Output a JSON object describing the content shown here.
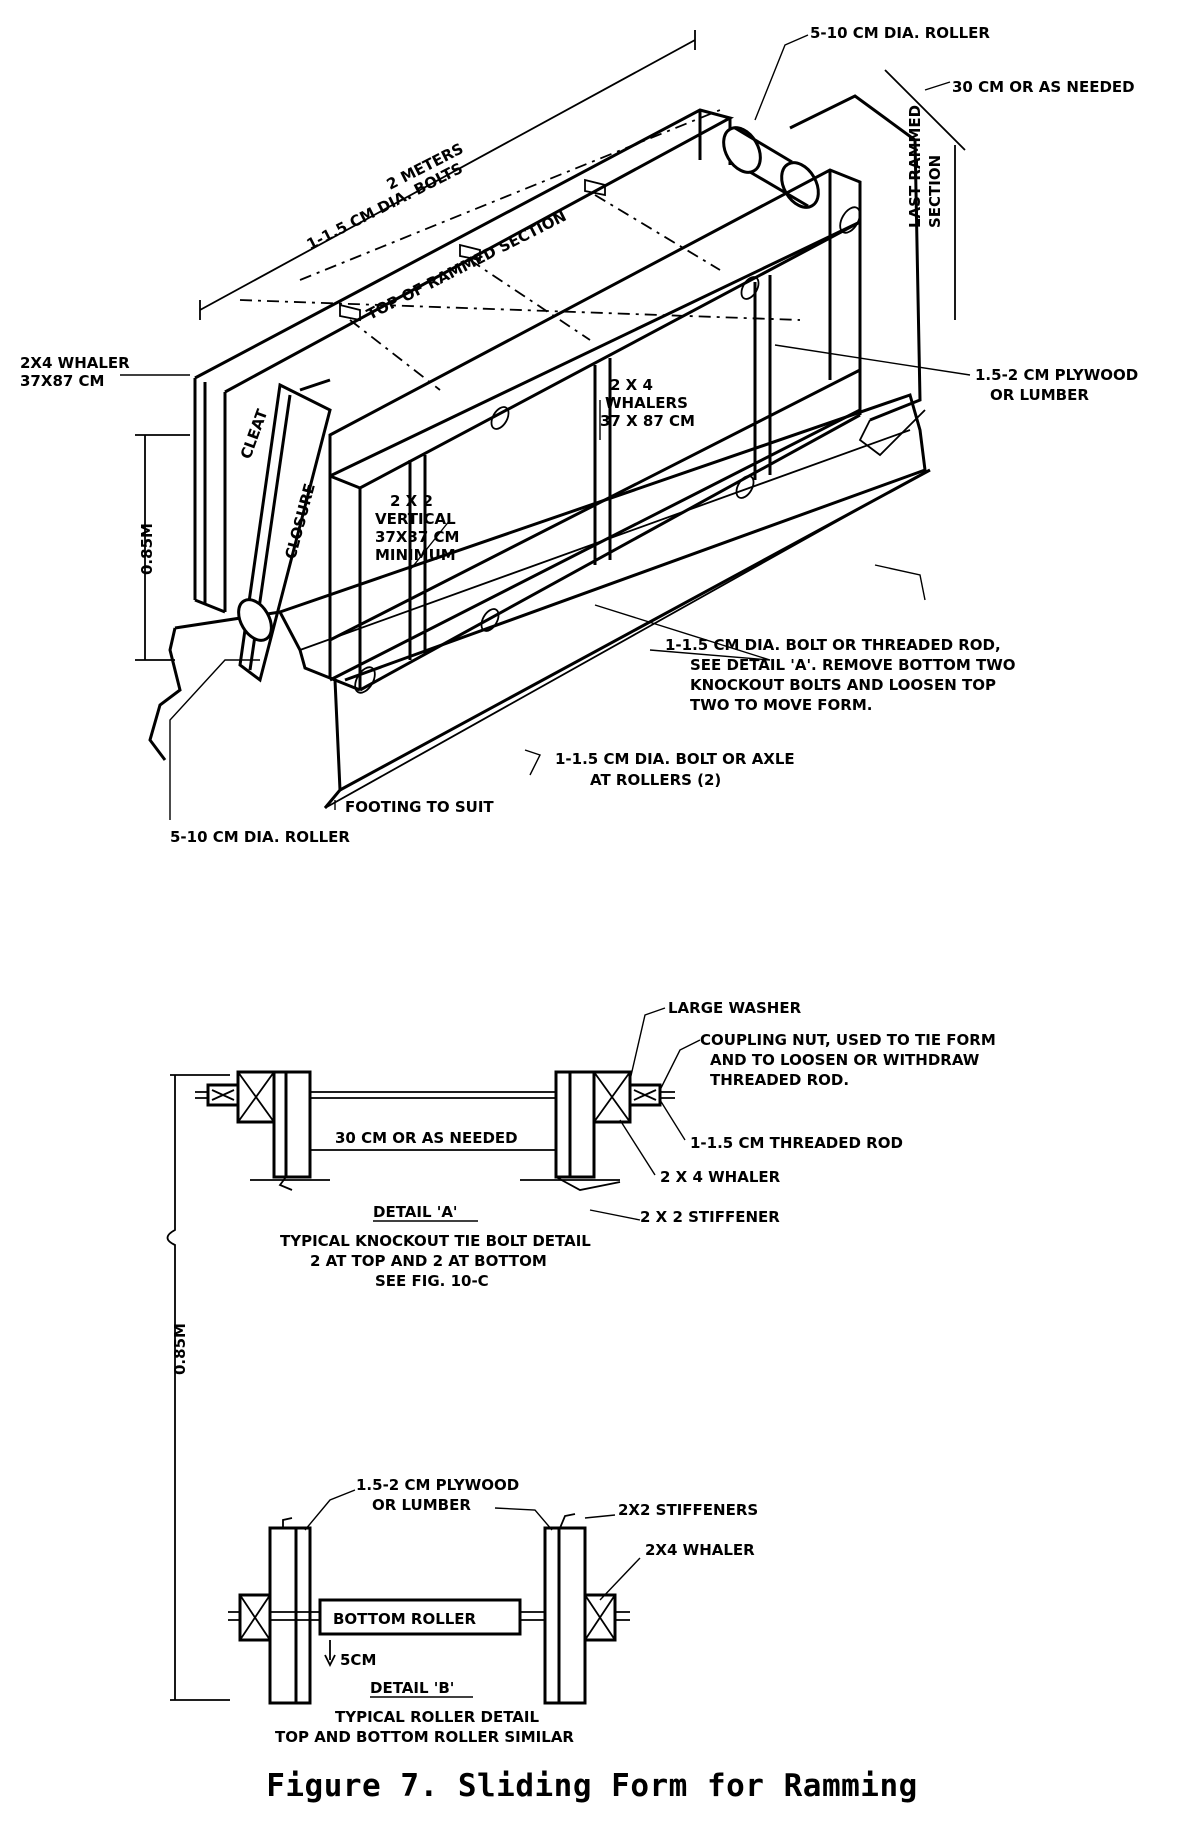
{
  "figure": {
    "caption": "Figure 7. Sliding Form for Ramming"
  },
  "isometric": {
    "roller_top": "5-10 CM DIA. ROLLER",
    "wall_width": "30 CM OR AS NEEDED",
    "length": "2 METERS",
    "bolts_top": "1-1.5 CM DIA. BOLTS",
    "top_rammed": "TOP OF RAMMED SECTION",
    "last_rammed_1": "LAST RAMMED",
    "last_rammed_2": "SECTION",
    "whaler_left_1": "2X4 WHALER",
    "whaler_left_2": "37X87  CM",
    "plywood_1": "1.5-2 CM PLYWOOD",
    "plywood_2": "OR LUMBER",
    "cleat": "CLEAT",
    "closure": "CLOSURE",
    "whalers_1": "2 X 4",
    "whalers_2": "WHALERS",
    "whalers_3": "37 X 87 CM",
    "vertical_1": "2 X 2",
    "vertical_2": "VERTICAL",
    "vertical_3": "37X37 CM",
    "vertical_4": "MINIMUM",
    "height": "0.85M",
    "bolt_note_1": "1-1.5 CM DIA. BOLT OR THREADED ROD,",
    "bolt_note_2": "SEE DETAIL 'A'. REMOVE BOTTOM TWO",
    "bolt_note_3": "KNOCKOUT BOLTS AND LOOSEN TOP",
    "bolt_note_4": "TWO TO MOVE FORM.",
    "axle_1": "1-1.5 CM DIA. BOLT OR AXLE",
    "axle_2": "AT ROLLERS (2)",
    "footing": "FOOTING TO SUIT",
    "roller_bottom": "5-10 CM DIA. ROLLER"
  },
  "detail_a": {
    "washer": "LARGE WASHER",
    "coupling_1": "COUPLING NUT, USED TO TIE FORM",
    "coupling_2": "AND TO LOOSEN OR WITHDRAW",
    "coupling_3": "THREADED ROD.",
    "width": "30 CM OR AS NEEDED",
    "rod": "1-1.5  CM THREADED ROD",
    "whaler": "2 X 4  WHALER",
    "stiffener": "2 X 2  STIFFENER",
    "title": "DETAIL  'A'",
    "desc_1": "TYPICAL KNOCKOUT TIE BOLT DETAIL",
    "desc_2": "2 AT TOP AND 2 AT BOTTOM",
    "desc_3": "SEE FIG. 10-C",
    "height": "0.85M"
  },
  "detail_b": {
    "plywood_1": "1.5-2 CM PLYWOOD",
    "plywood_2": "OR LUMBER",
    "stiffeners": "2X2  STIFFENERS",
    "whaler": "2X4 WHALER",
    "roller": "BOTTOM ROLLER",
    "gap": "5CM",
    "title": "DETAIL  'B'",
    "desc_1": "TYPICAL ROLLER DETAIL",
    "desc_2": "TOP AND BOTTOM ROLLER SIMILAR"
  }
}
